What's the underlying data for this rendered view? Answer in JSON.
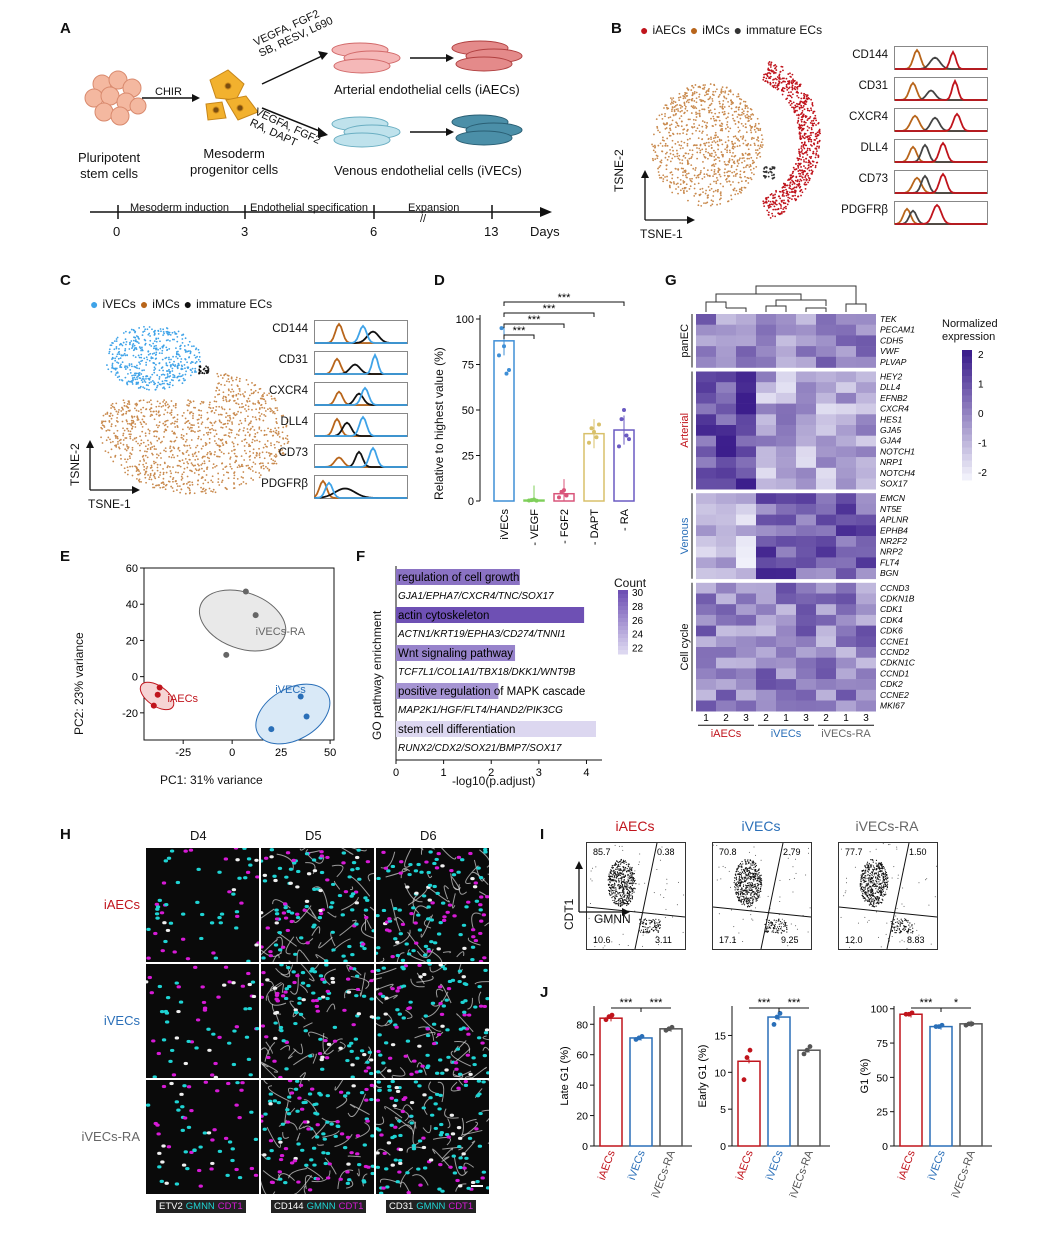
{
  "panels": {
    "A": "A",
    "B": "B",
    "C": "C",
    "D": "D",
    "E": "E",
    "F": "F",
    "G": "G",
    "H": "H",
    "I": "I",
    "J": "J"
  },
  "A": {
    "psc": "Pluripotent\nstem cells",
    "chir": "CHIR",
    "meso": "Mesoderm\nprogenitor cells",
    "art_cond": "VEGFA, FGF2\nSB, RESV, L690",
    "ven_cond": "VEGFA, FGF2\nRA, DAPT",
    "iaec": "Arterial endothelial cells (iAECs)",
    "ivec": "Venous endothelial cells (iVECs)",
    "phases": [
      "Mesoderm induction",
      "Endothelial specification",
      "Expansion"
    ],
    "days": [
      "0",
      "3",
      "6",
      "13"
    ],
    "days_label": "Days",
    "break": "//"
  },
  "B": {
    "legend": [
      "iAECs",
      "iMCs",
      "immature ECs"
    ],
    "legend_colors": [
      "#c0141c",
      "#b8651b",
      "#333333"
    ],
    "markers": [
      "CD144",
      "CD31",
      "CXCR4",
      "DLL4",
      "CD73",
      "PDGFRβ"
    ],
    "ax1": "TSNE-1",
    "ax2": "TSNE-2"
  },
  "C": {
    "legend": [
      "iVECs",
      "iMCs",
      "immature ECs"
    ],
    "legend_colors": [
      "#3fa3e8",
      "#b8651b",
      "#111111"
    ],
    "markers": [
      "CD144",
      "CD31",
      "CXCR4",
      "DLL4",
      "CD73",
      "PDGFRβ"
    ],
    "ax1": "TSNE-1",
    "ax2": "TSNE-2"
  },
  "chart_data": [
    {
      "panel": "D",
      "type": "bar",
      "ylabel": "Relative to highest value (%)",
      "categories": [
        "iVECs",
        "- VEGF",
        "- FGF2",
        "- DAPT",
        "- RA"
      ],
      "values": [
        88,
        0.5,
        4,
        37,
        39
      ],
      "colors": [
        "#3f8fd6",
        "#7fcf5a",
        "#d9557a",
        "#d8c06a",
        "#6a5ac2"
      ],
      "ylim": [
        0,
        100
      ],
      "yticks": [
        "0",
        "25",
        "50",
        "75",
        "100"
      ],
      "sig": [
        "***",
        "***",
        "***",
        "***"
      ]
    },
    {
      "panel": "E",
      "type": "scatter",
      "xlabel": "PC1: 31% variance",
      "ylabel": "PC2: 23% variance",
      "xticks": [
        "-25",
        "0",
        "25",
        "50"
      ],
      "yticks": [
        "-20",
        "0",
        "20",
        "40",
        "60"
      ],
      "xlim": [
        -45,
        52
      ],
      "ylim": [
        -35,
        60
      ],
      "series": [
        {
          "name": "iAECs",
          "color": "#c0141c",
          "x": [
            -37,
            -38,
            -40
          ],
          "y": [
            -6,
            -10,
            -16
          ]
        },
        {
          "name": "iVECs",
          "color": "#2a6fb8",
          "x": [
            20,
            35,
            38
          ],
          "y": [
            -29,
            -11,
            -22
          ]
        },
        {
          "name": "iVECs-RA",
          "color": "#666666",
          "x": [
            -3,
            7,
            12
          ],
          "y": [
            12,
            47,
            34
          ]
        }
      ]
    },
    {
      "panel": "F",
      "type": "bar",
      "xlabel": "-log10(p.adjust)",
      "ylabel": "GO pathway enrichment",
      "categories": [
        "regulation of cell growth",
        "actin cytoskeleton",
        "Wnt signaling pathway",
        "positive regulation of MAPK cascade",
        "stem cell differentiation"
      ],
      "genes": [
        "GJA1/EPHA7/CXCR4/TNC/SOX17",
        "ACTN1/KRT19/EPHA3/CD274/TNNI1",
        "TCF7L1/COL1A1/TBX18/DKK1/WNT9B",
        "MAP2K1/HGF/FLT4/HAND2/PIK3CG",
        "RUNX2/CDX2/SOX21/BMP7/SOX17"
      ],
      "values": [
        2.6,
        3.95,
        2.5,
        2.15,
        4.2
      ],
      "count": [
        28,
        30,
        27,
        26,
        22
      ],
      "xticks": [
        "0",
        "1",
        "2",
        "3",
        "4"
      ],
      "legend_title": "Count",
      "legend_ticks": [
        "30",
        "28",
        "26",
        "24",
        "22"
      ]
    },
    {
      "panel": "J1",
      "type": "bar",
      "ylabel": "Late G1 (%)",
      "categories": [
        "iAECs",
        "iVECs",
        "iVECs-RA"
      ],
      "values": [
        84,
        71,
        77
      ],
      "yticks": [
        "0",
        "20",
        "40",
        "60",
        "80"
      ],
      "ylim": [
        0,
        92
      ],
      "sig": [
        "***",
        "***"
      ]
    },
    {
      "panel": "J2",
      "type": "bar",
      "ylabel": "Early G1 (%)",
      "categories": [
        "iAECs",
        "iVECs",
        "iVECs-RA"
      ],
      "values": [
        11.5,
        17.5,
        13
      ],
      "yticks": [
        "0",
        "5",
        "10",
        "15"
      ],
      "ylim": [
        0,
        19
      ],
      "sig": [
        "***",
        "***"
      ]
    },
    {
      "panel": "J3",
      "type": "bar",
      "ylabel": "G1 (%)",
      "categories": [
        "iAECs",
        "iVECs",
        "iVECs-RA"
      ],
      "values": [
        96,
        87,
        89
      ],
      "yticks": [
        "0",
        "25",
        "50",
        "75",
        "100"
      ],
      "ylim": [
        0,
        102
      ],
      "sig": [
        "***",
        "*"
      ]
    }
  ],
  "G": {
    "legend_title": "Normalized\nexpression",
    "legend_ticks": [
      "2",
      "1",
      "0",
      "-1",
      "-2"
    ],
    "groups": [
      {
        "name": "panEC",
        "color": "#111",
        "genes": [
          "TEK",
          "PECAM1",
          "CDH5",
          "VWF",
          "PLVAP"
        ]
      },
      {
        "name": "Arterial",
        "color": "#c0141c",
        "genes": [
          "HEY2",
          "DLL4",
          "EFNB2",
          "CXCR4",
          "HES1",
          "GJA5",
          "GJA4",
          "NOTCH1",
          "NRP1",
          "NOTCH4",
          "SOX17"
        ]
      },
      {
        "name": "Venous",
        "color": "#2a6fb8",
        "genes": [
          "EMCN",
          "NT5E",
          "APLNR",
          "EPHB4",
          "NR2F2",
          "NRP2",
          "FLT4",
          "BGN"
        ]
      },
      {
        "name": "Cell cycle",
        "color": "#111",
        "genes": [
          "CCND3",
          "CDKN1B",
          "CDK1",
          "CDK4",
          "CDK6",
          "CCNE1",
          "CCND2",
          "CDKN1C",
          "CCND1",
          "CDK2",
          "CCNE2",
          "MKI67"
        ]
      }
    ],
    "col_labels": [
      "1",
      "2",
      "3",
      "2",
      "1",
      "3",
      "2",
      "1",
      "3"
    ],
    "col_groups": [
      {
        "name": "iAECs",
        "color": "#c0141c"
      },
      {
        "name": "iVECs",
        "color": "#2a6fb8"
      },
      {
        "name": "iVECs-RA",
        "color": "#666666"
      }
    ]
  },
  "H": {
    "cols": [
      "D4",
      "D5",
      "D6"
    ],
    "rows": [
      {
        "name": "iAECs",
        "color": "#c0141c"
      },
      {
        "name": "iVECs",
        "color": "#2a6fb8"
      },
      {
        "name": "iVECs-RA",
        "color": "#666666"
      }
    ],
    "legends": [
      [
        "ETV2",
        "GMNN",
        "CDT1"
      ],
      [
        "CD144",
        "GMNN",
        "CDT1"
      ],
      [
        "CD31",
        "GMNN",
        "CDT1"
      ]
    ]
  },
  "I": {
    "titles": [
      {
        "name": "iAECs",
        "color": "#c0141c"
      },
      {
        "name": "iVECs",
        "color": "#2a6fb8"
      },
      {
        "name": "iVECs-RA",
        "color": "#666666"
      }
    ],
    "quadrants": [
      [
        "85.7",
        "0.38",
        "10.6",
        "3.11"
      ],
      [
        "70.8",
        "2.79",
        "17.1",
        "9.25"
      ],
      [
        "77.7",
        "1.50",
        "12.0",
        "8.83"
      ]
    ],
    "xlab": "GMNN",
    "ylab": "CDT1"
  }
}
